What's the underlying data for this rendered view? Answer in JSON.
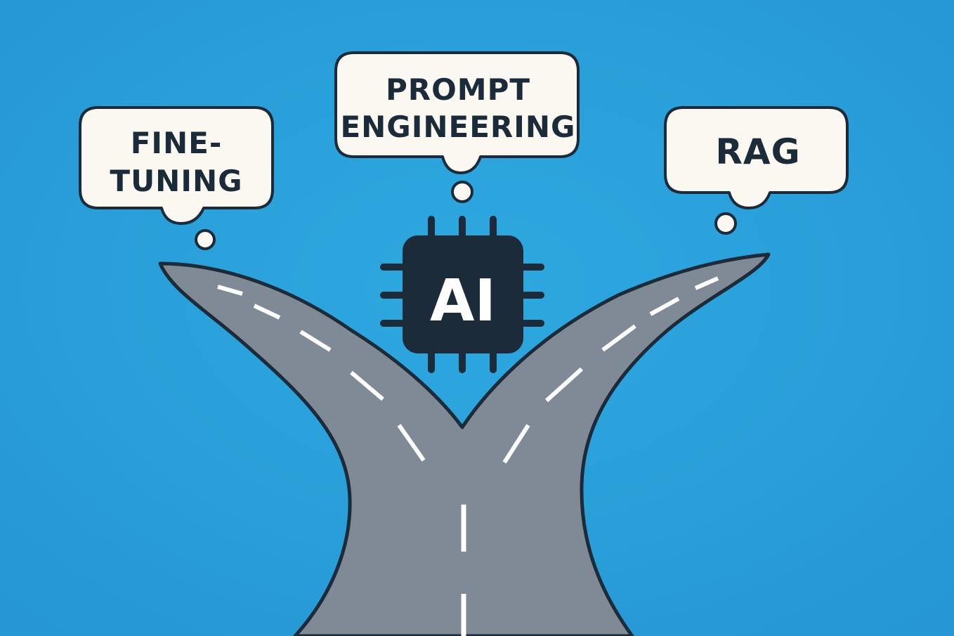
{
  "background_color": "#2a9fd8",
  "road_color": "#7f8a96",
  "outline_color": "#1b2b3a",
  "bubble_fill": "#fbf8f1",
  "bubbles": {
    "fine_tuning": {
      "line1": "FINE-",
      "line2": "TUNING"
    },
    "prompt_engineering": {
      "line1": "PROMPT",
      "line2": "ENGINEERING"
    },
    "rag": {
      "label": "RAG"
    }
  },
  "chip": {
    "label": "AI",
    "fill": "#1b2b3a",
    "icon": "processor-chip-icon"
  }
}
